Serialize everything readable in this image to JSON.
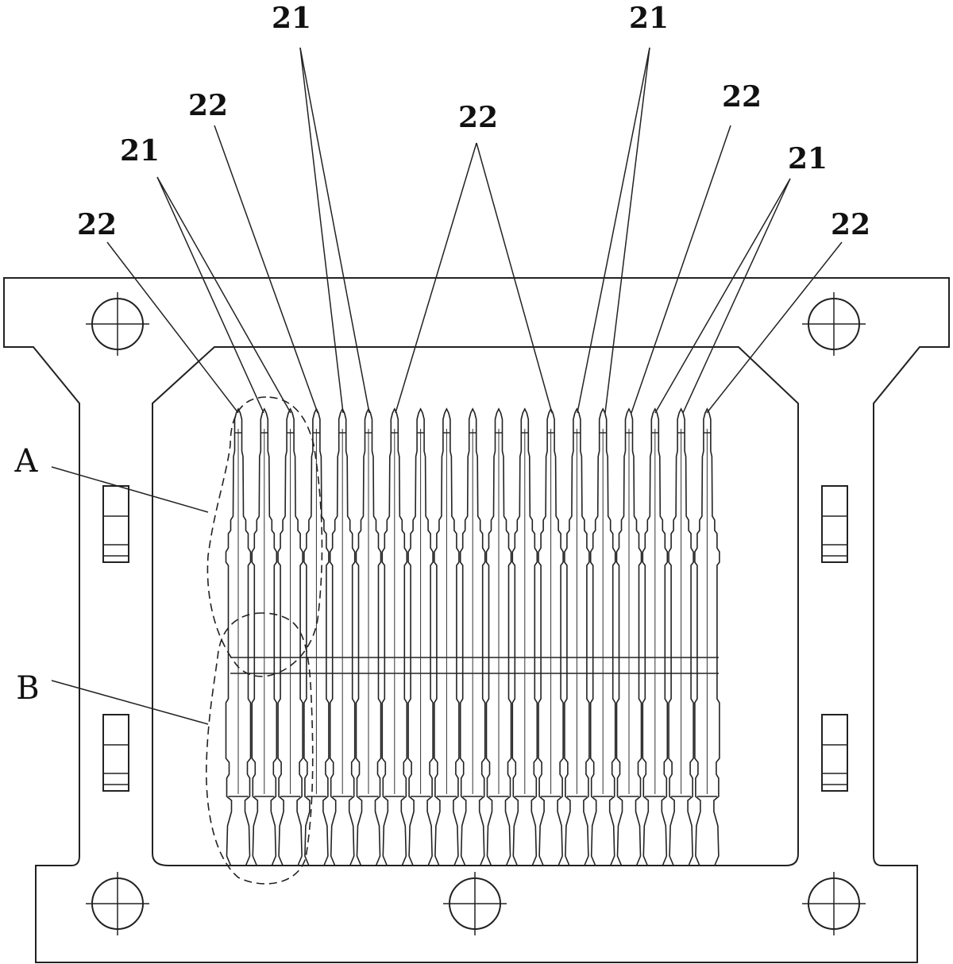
{
  "labels": {
    "l21a": "21",
    "l21b": "21",
    "l21c": "21",
    "l21d": "21",
    "l22a": "22",
    "l22b": "22",
    "l22c": "22",
    "l22d": "22",
    "l22e": "22",
    "detail_a": "A",
    "detail_b": "B"
  },
  "terminals": [
    {
      "type": "22"
    },
    {
      "type": "21"
    },
    {
      "type": "21"
    },
    {
      "type": "22"
    },
    {
      "type": "21"
    },
    {
      "type": "21"
    },
    {
      "type": "22"
    },
    {
      "type": "21"
    },
    {
      "type": "21"
    },
    {
      "type": "22"
    },
    {
      "type": "21"
    },
    {
      "type": "21"
    },
    {
      "type": "22"
    },
    {
      "type": "21"
    },
    {
      "type": "21"
    },
    {
      "type": "22"
    },
    {
      "type": "21"
    },
    {
      "type": "21"
    },
    {
      "type": "22"
    }
  ]
}
